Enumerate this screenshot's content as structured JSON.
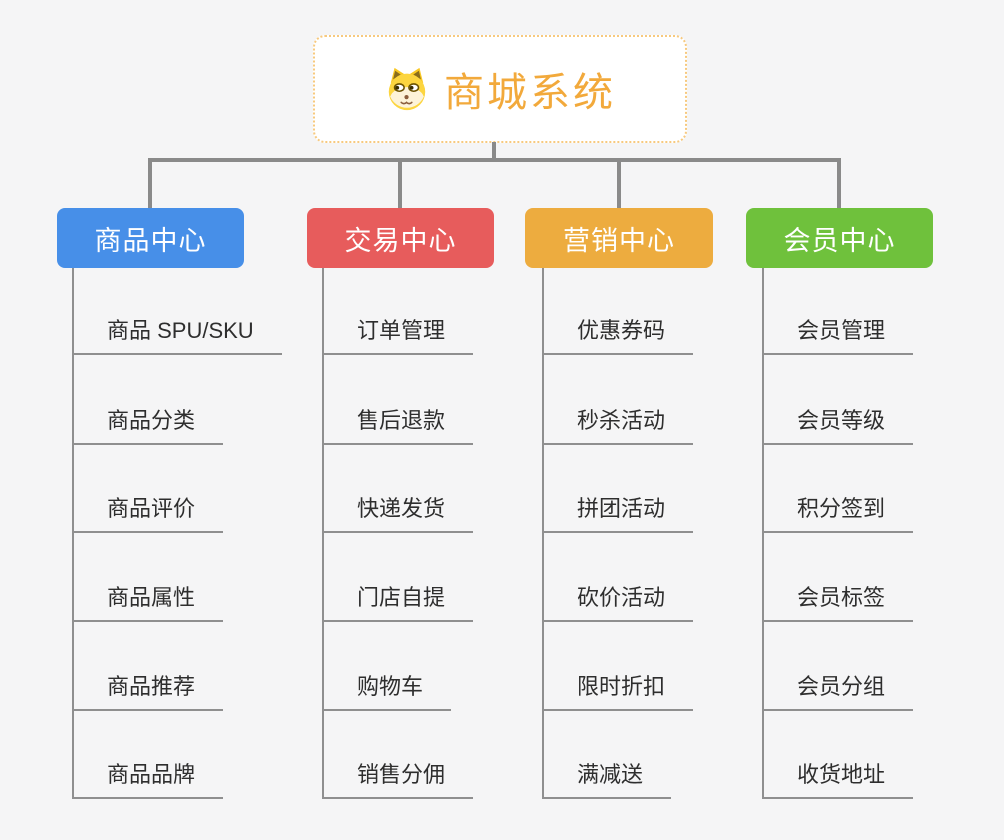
{
  "page": {
    "background_color": "#F5F5F6",
    "connector_color": "#8A8A8A"
  },
  "root": {
    "title": "商城系统",
    "icon": "dog-face-icon",
    "text_color": "#F2A93B",
    "border_color": "#F7C97E"
  },
  "branches": [
    {
      "label": "商品中心",
      "color": "#478FE8",
      "children": [
        "商品 SPU/SKU",
        "商品分类",
        "商品评价",
        "商品属性",
        "商品推荐",
        "商品品牌"
      ]
    },
    {
      "label": "交易中心",
      "color": "#E75C5C",
      "children": [
        "订单管理",
        "售后退款",
        "快递发货",
        "门店自提",
        "购物车",
        "销售分佣"
      ]
    },
    {
      "label": "营销中心",
      "color": "#EDAC3F",
      "children": [
        "优惠券码",
        "秒杀活动",
        "拼团活动",
        "砍价活动",
        "限时折扣",
        "满减送"
      ]
    },
    {
      "label": "会员中心",
      "color": "#6FC13C",
      "children": [
        "会员管理",
        "会员等级",
        "积分签到",
        "会员标签",
        "会员分组",
        "收货地址"
      ]
    }
  ]
}
